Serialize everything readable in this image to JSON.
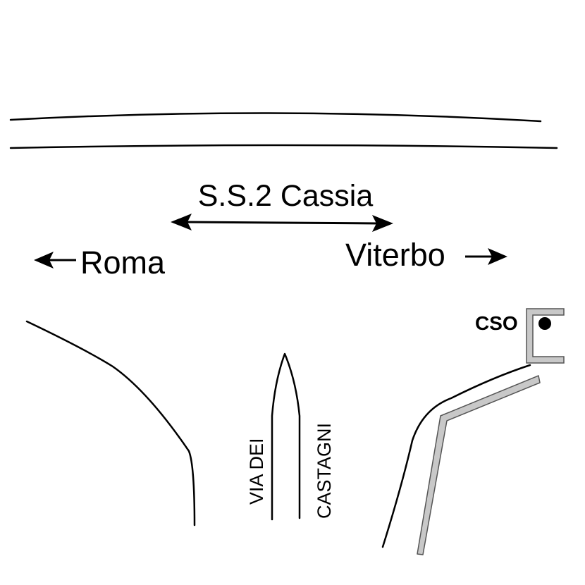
{
  "map": {
    "main_road": {
      "name": "S.S.2 Cassia"
    },
    "destinations": {
      "left": "Roma",
      "right": "Viterbo"
    },
    "side_street": {
      "name_line1": "VIA DEI",
      "name_line2": "CASTAGNI"
    },
    "site": {
      "label": "CSO"
    },
    "colors": {
      "ink": "#000000",
      "accent_path": "#c8c8c8",
      "accent_path_outline": "#555555",
      "background": "#ffffff"
    },
    "icons": {
      "site_marker": "filled-circle-marker-icon",
      "double_arrow": "double-headed-arrow-icon",
      "left_arrow": "left-arrow-icon",
      "right_arrow": "right-arrow-icon"
    }
  }
}
